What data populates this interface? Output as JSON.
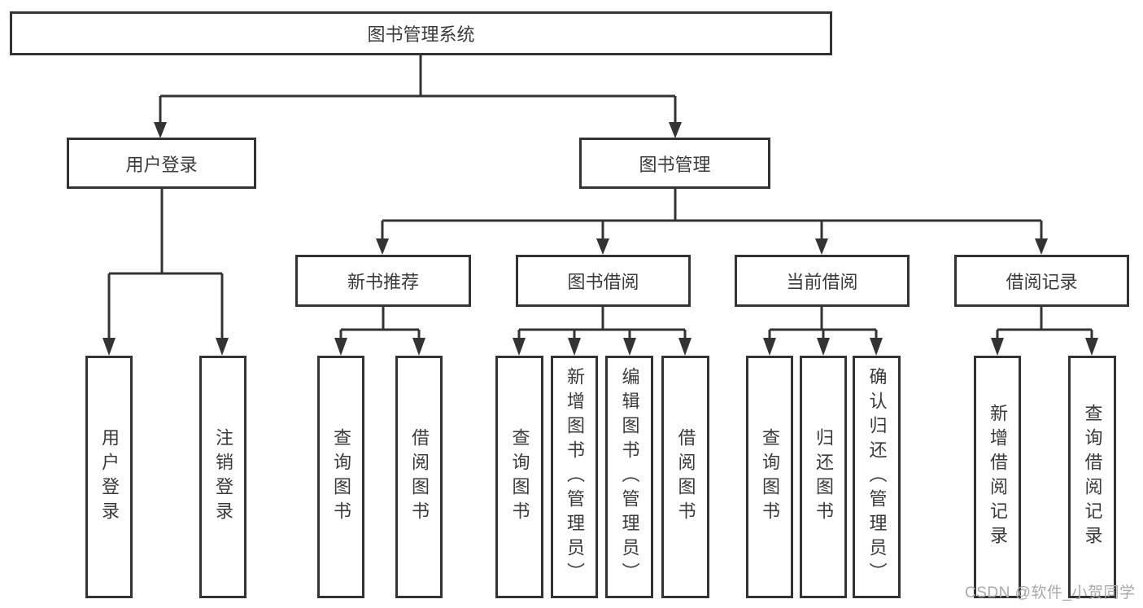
{
  "diagram": {
    "type": "tree",
    "colors": {
      "line": "#333333",
      "box_border": "#333333",
      "text": "#3a3a3a",
      "background": "#ffffff",
      "watermark": "#a9a9a9"
    },
    "watermark": {
      "text": "CSDN @软件_小贺同学"
    },
    "tree": {
      "label": "图书管理系统",
      "children": [
        {
          "label": "用户登录",
          "children": [
            {
              "label": "用户登录"
            },
            {
              "label": "注销登录"
            }
          ]
        },
        {
          "label": "图书管理",
          "children": [
            {
              "label": "新书推荐",
              "children": [
                {
                  "label": "查询图书"
                },
                {
                  "label": "借阅图书"
                }
              ]
            },
            {
              "label": "图书借阅",
              "children": [
                {
                  "label": "查询图书"
                },
                {
                  "label": "新增图书（管理员）"
                },
                {
                  "label": "编辑图书（管理员）"
                },
                {
                  "label": "借阅图书"
                }
              ]
            },
            {
              "label": "当前借阅",
              "children": [
                {
                  "label": "查询图书"
                },
                {
                  "label": "归还图书"
                },
                {
                  "label": "确认归还（管理员）"
                }
              ]
            },
            {
              "label": "借阅记录",
              "children": [
                {
                  "label": "新增借阅记录"
                },
                {
                  "label": "查询借阅记录"
                }
              ]
            }
          ]
        }
      ]
    }
  }
}
